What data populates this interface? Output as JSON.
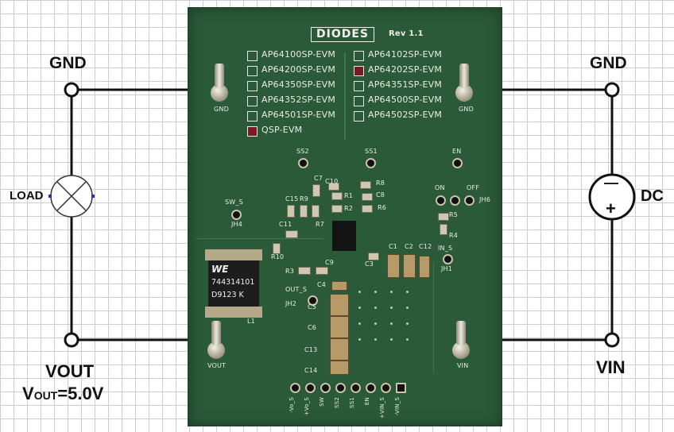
{
  "left": {
    "gnd_label": "GND",
    "load_label": "LOAD",
    "vout_label": "VOUT",
    "vout_spec_main": "V",
    "vout_spec_sub": "OUT",
    "vout_spec_value": "=5.0V"
  },
  "right": {
    "gnd_label": "GND",
    "dc_label": "DC",
    "vin_label": "VIN",
    "minus": "—",
    "plus": "+"
  },
  "board": {
    "logo": "DIODES",
    "rev": "Rev 1.1",
    "options_left": [
      {
        "label": "AP64100SP-EVM",
        "checked": false
      },
      {
        "label": "AP64200SP-EVM",
        "checked": false
      },
      {
        "label": "AP64350SP-EVM",
        "checked": false
      },
      {
        "label": "AP64352SP-EVM",
        "checked": false
      },
      {
        "label": "AP64501SP-EVM",
        "checked": false
      },
      {
        "label": "QSP-EVM",
        "checked": true
      }
    ],
    "options_right": [
      {
        "label": "AP64102SP-EVM",
        "checked": false
      },
      {
        "label": "AP64202SP-EVM",
        "checked": true
      },
      {
        "label": "AP64351SP-EVM",
        "checked": false
      },
      {
        "label": "AP64500SP-EVM",
        "checked": false
      },
      {
        "label": "AP64502SP-EVM",
        "checked": false
      }
    ],
    "post_gnd_left": "GND",
    "post_gnd_right": "GND",
    "post_vout": "VOUT",
    "post_vin": "VIN",
    "ss2": "SS2",
    "ss1": "SS1",
    "en": "EN",
    "on": "ON",
    "off": "OFF",
    "jh6": "JH6",
    "sw_s": "SW_S",
    "jh4": "JH4",
    "in_s": "IN_S",
    "jh1": "JH1",
    "out_s": "OUT_S",
    "jh2": "JH2",
    "l1": "L1",
    "inductor_line1": "744314101",
    "inductor_line2": "D9123 K",
    "inductor_logo": "WE",
    "refs": {
      "c7": "C7",
      "c10": "C10",
      "r8": "R8",
      "r1": "R1",
      "c8": "C8",
      "r2": "R2",
      "r9": "R9",
      "c15": "C15",
      "r7": "R7",
      "c11": "C11",
      "r10": "R10",
      "r3": "R3",
      "c9": "C9",
      "c4": "C4",
      "c5": "C5",
      "c6": "C6",
      "c13": "C13",
      "c14": "C14",
      "c1": "C1",
      "c2": "C2",
      "c12": "C12",
      "c3": "C3",
      "r4": "R4",
      "r5": "R5",
      "r6": "R6"
    },
    "header_pins": [
      "-Vo_S",
      "+Vo_S",
      "SW",
      "SS2",
      "SS1",
      "EN",
      "+VIN_S",
      "-VIN_S"
    ]
  }
}
